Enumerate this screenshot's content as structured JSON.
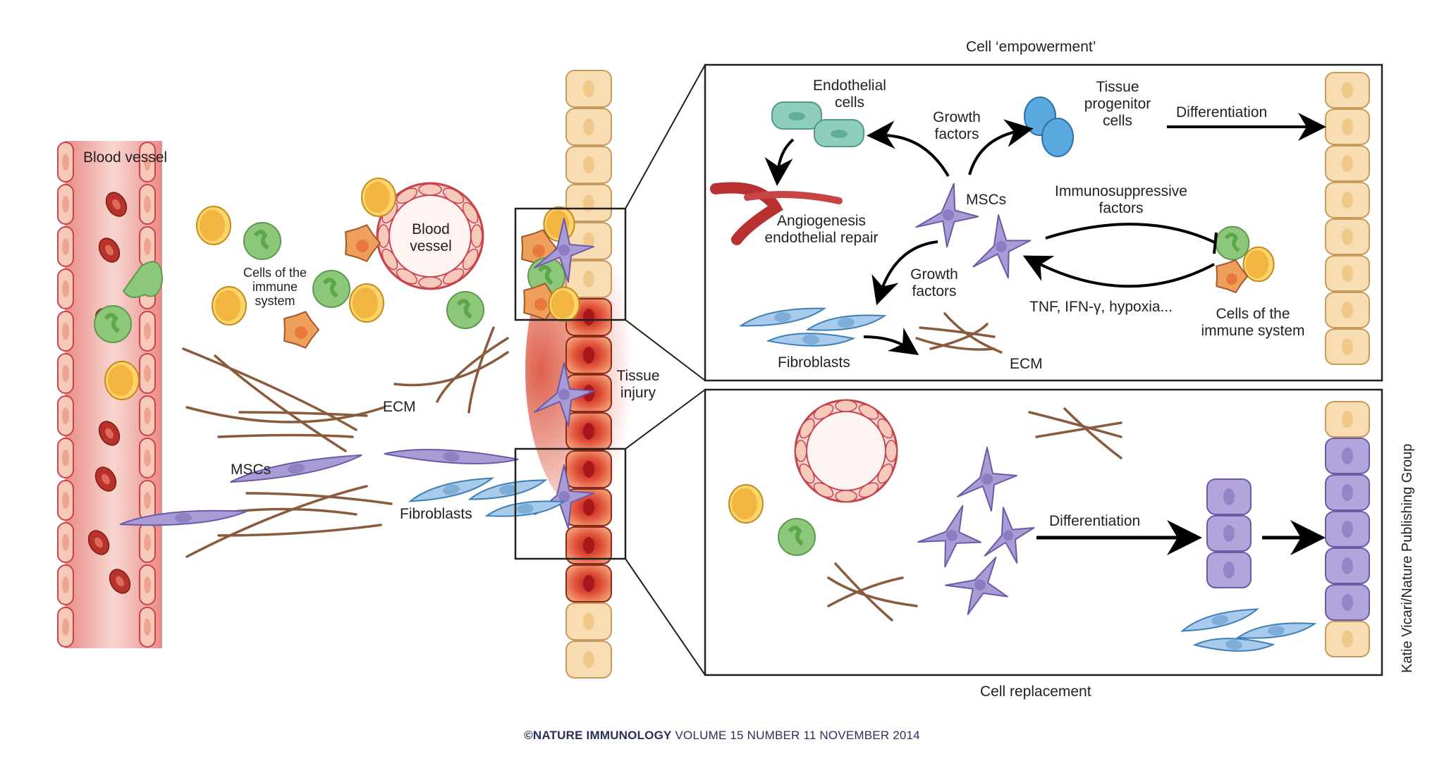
{
  "figure": {
    "left_panel": {
      "blood_vessel_label": "Blood vessel",
      "small_vessel_label": "Blood vessel",
      "immune_cells_label": "Cells of the immune system",
      "ecm_label": "ECM",
      "mscs_label": "MSCs",
      "fibroblasts_label": "Fibroblasts",
      "tissue_injury_label": "Tissue injury"
    },
    "top_panel": {
      "title": "Cell ‘empowerment’",
      "endothelial_label": "Endothelial cells",
      "growth_factors_top": "Growth factors",
      "tissue_progenitor_label": "Tissue progenitor cells",
      "differentiation_label": "Differentiation",
      "angiogenesis_label": "Angiogenesis endothelial repair",
      "mscs_label": "MSCs",
      "immunosuppressive_label": "Immunosuppressive factors",
      "growth_factors_bottom": "Growth factors",
      "tnf_label": "TNF, IFN-γ, hypoxia...",
      "immune_cells_label": "Cells of the immune system",
      "fibroblasts_label": "Fibroblasts",
      "ecm_label": "ECM"
    },
    "bottom_panel": {
      "title": "Cell replacement",
      "differentiation_label": "Differentiation"
    },
    "credit": "Katie Vicari/Nature Publishing Group",
    "footer": {
      "journal": "©NATURE IMMUNOLOGY",
      "issue": " VOLUME 15 NUMBER 11 NOVEMBER 2014"
    },
    "colors": {
      "vessel_fill": "#f4c4bd",
      "vessel_edge": "#c9444a",
      "rbc": "#b8322c",
      "lymphocyte": "#f2b540",
      "neutrophil": "#8cc77a",
      "macrophage": "#ee9f5c",
      "msc": "#a99bd3",
      "fibroblast": "#a9cbeb",
      "ecm": "#8a5a3c",
      "tissue_cell": "#f8ddb2",
      "injured_cell": "#d9452c",
      "endothelial": "#8fcdbd",
      "progenitor": "#5aa8e0"
    }
  }
}
